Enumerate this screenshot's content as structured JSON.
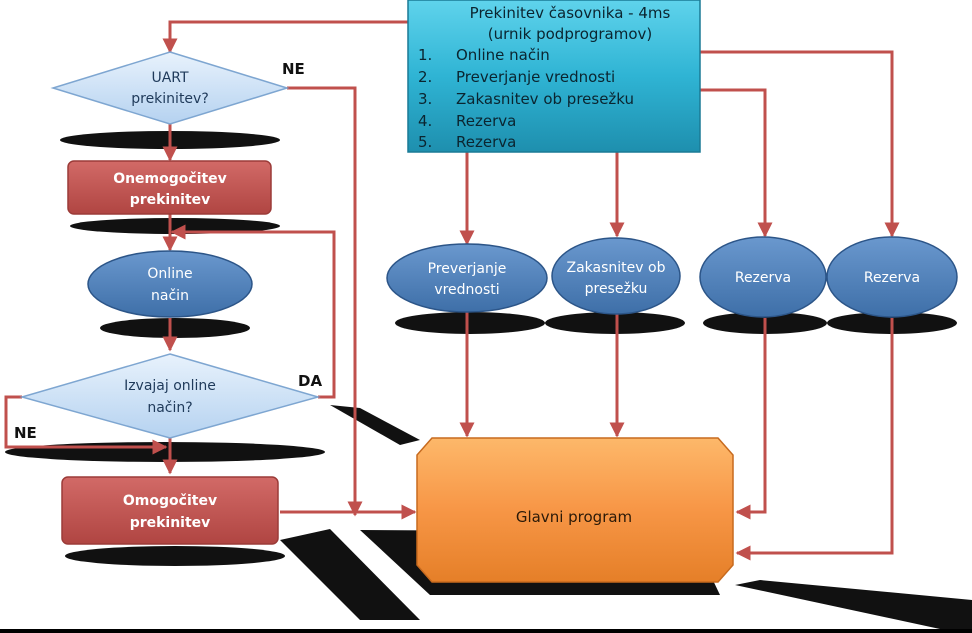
{
  "timer_box": {
    "title": "Prekinitev časovnika - 4ms",
    "subtitle": "(urnik podprogramov)",
    "items": [
      {
        "num": "1.",
        "label": "Online način"
      },
      {
        "num": "2.",
        "label": "Preverjanje vrednosti"
      },
      {
        "num": "3.",
        "label": "Zakasnitev ob presežku"
      },
      {
        "num": "4.",
        "label": "Rezerva"
      },
      {
        "num": "5.",
        "label": "Rezerva"
      }
    ]
  },
  "uart_decision": {
    "line1": "UART",
    "line2": "prekinitev?",
    "no_label": "NE"
  },
  "disable_interrupts": {
    "line1": "Onemogočitev",
    "line2": "prekinitev"
  },
  "online_mode": {
    "line1": "Online",
    "line2": "način"
  },
  "run_online_decision": {
    "line1": "Izvajaj online",
    "line2": "način?",
    "yes_label": "DA",
    "no_label": "NE"
  },
  "enable_interrupts": {
    "line1": "Omogočitev",
    "line2": "prekinitev"
  },
  "check_values": {
    "line1": "Preverjanje",
    "line2": "vrednosti"
  },
  "overflow_delay": {
    "line1": "Zakasnitev ob",
    "line2": "presežku"
  },
  "reserve_1": {
    "label": "Rezerva"
  },
  "reserve_2": {
    "label": "Rezerva"
  },
  "main_program": {
    "label": "Glavni program"
  },
  "colors": {
    "timer_fill": "#2FB4D4",
    "decision_fill": "#C9E0F7",
    "process_red": "#C0504D",
    "ellipse_blue": "#4F81BD",
    "main_orange": "#F79646",
    "arrow": "#C0504D",
    "shadow": "#111111"
  }
}
